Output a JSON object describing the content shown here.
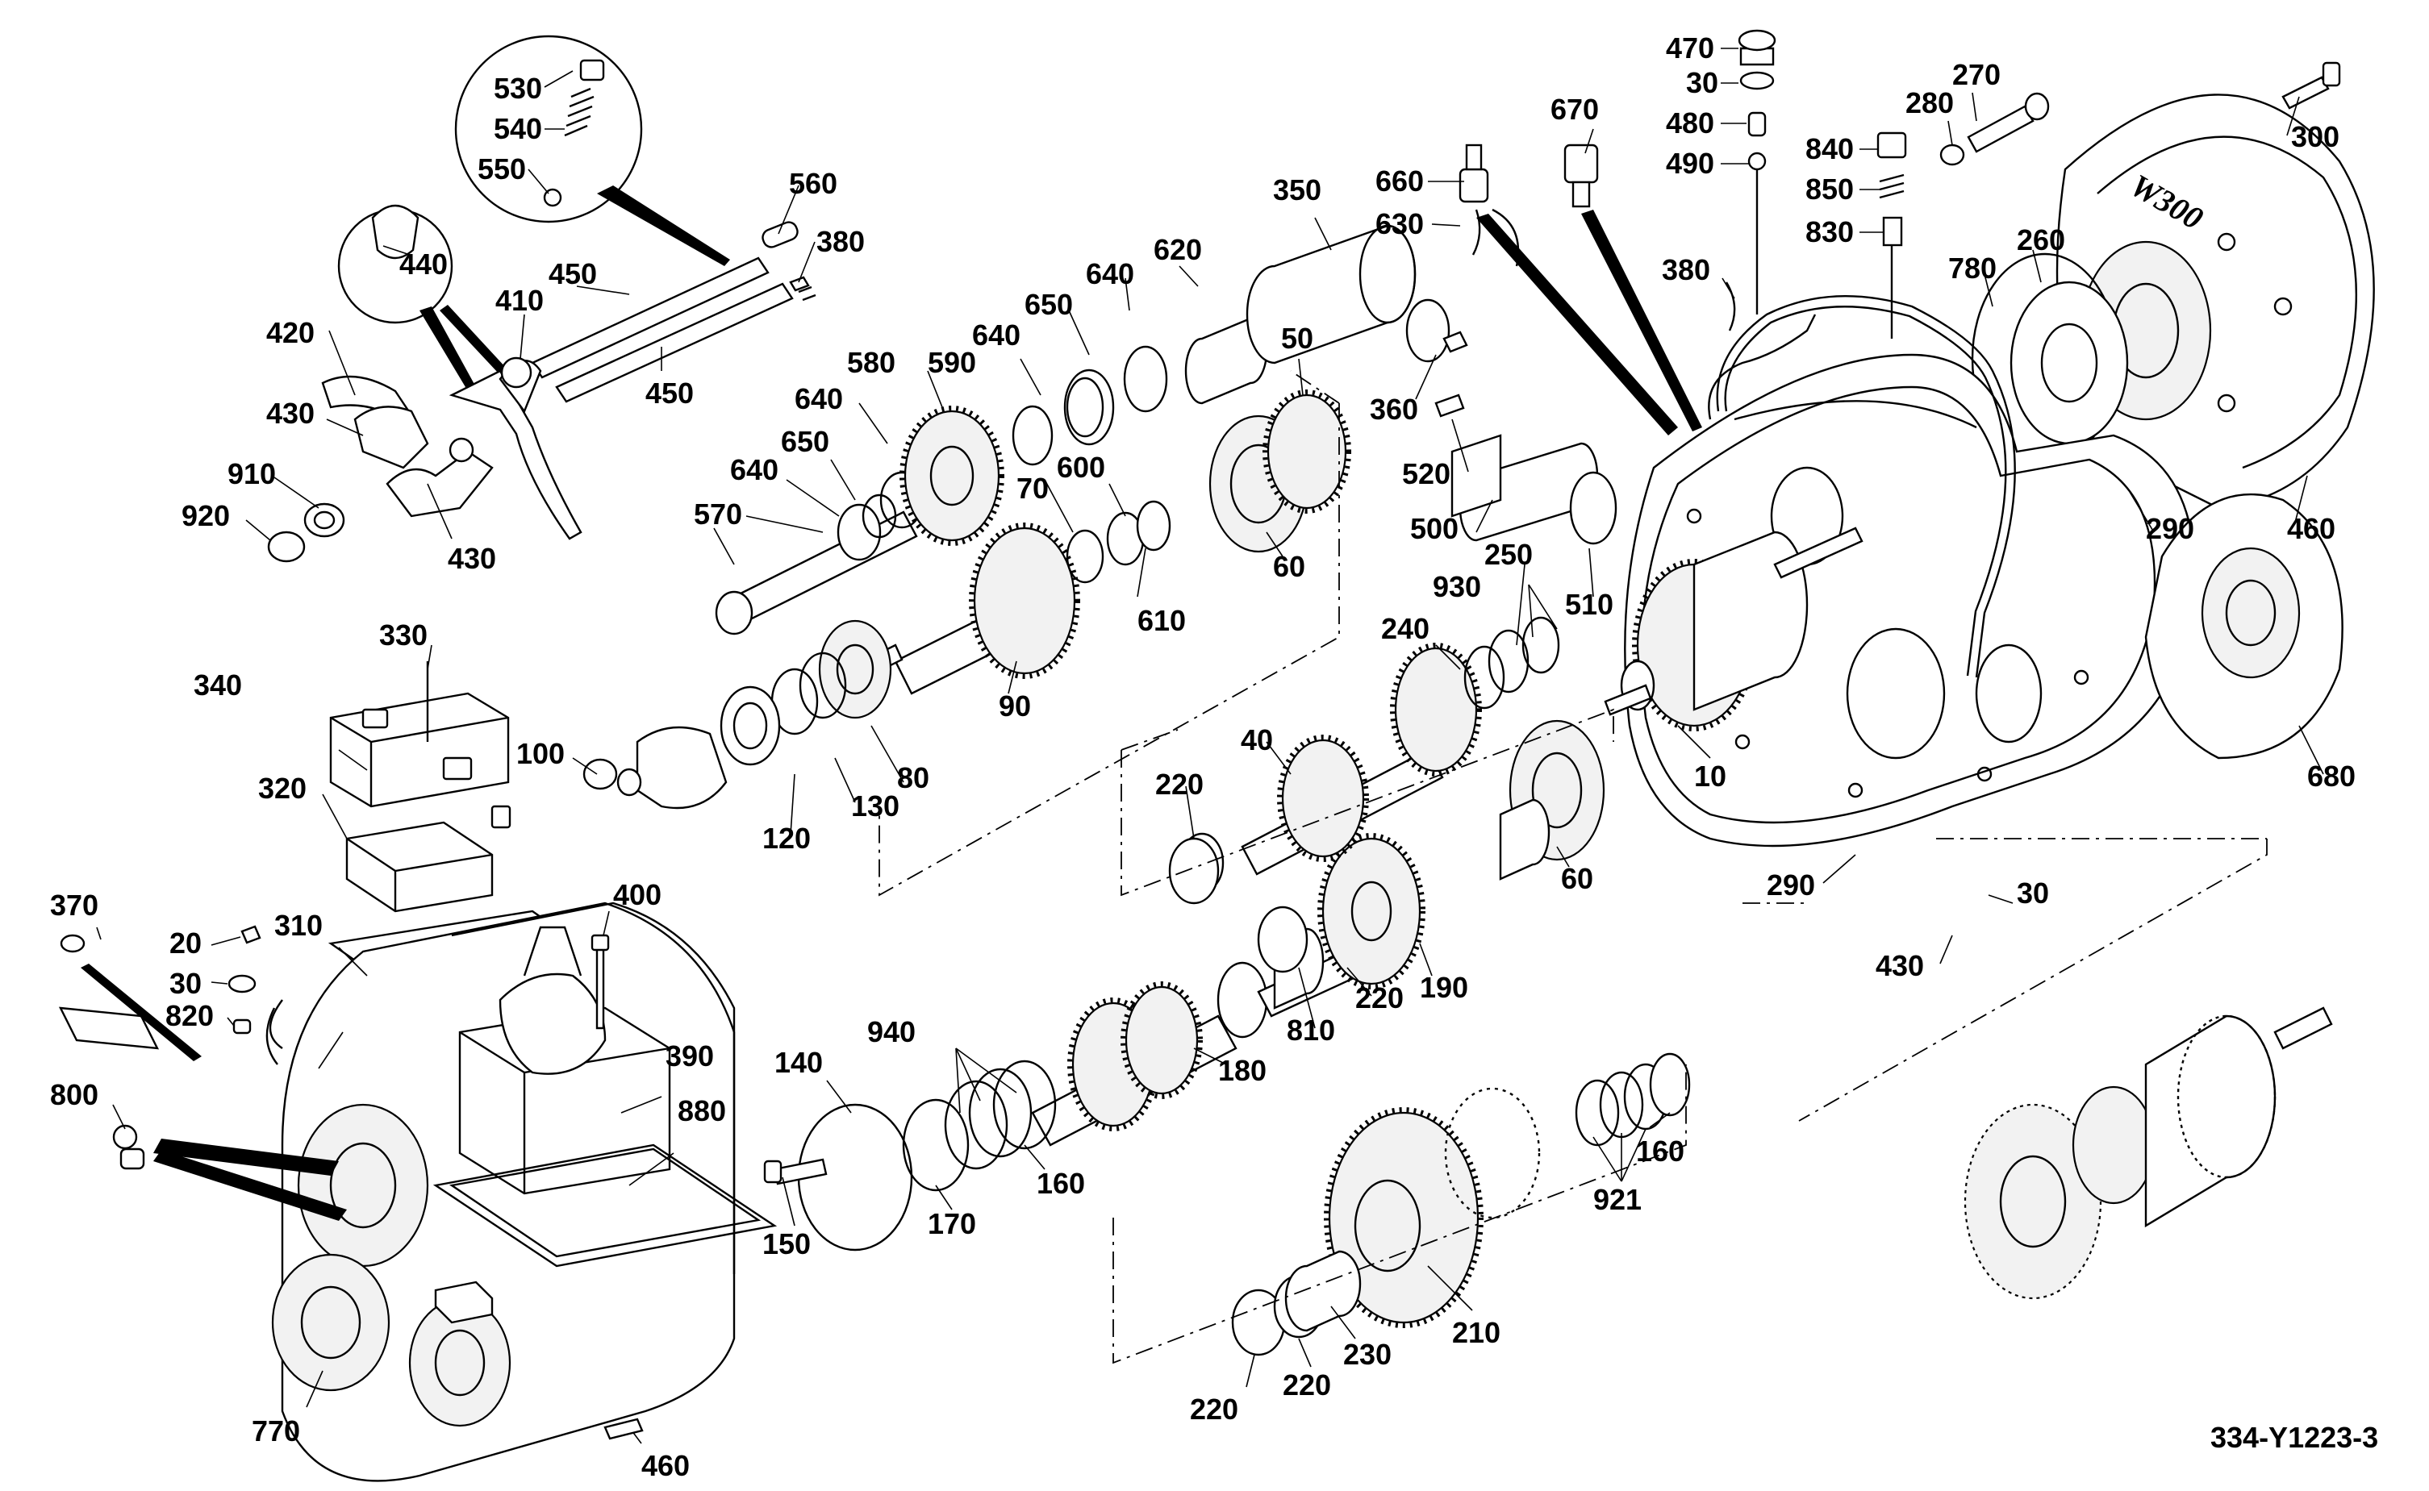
{
  "drawing_code": "334-Y1223-3",
  "nameplate": "W300",
  "parts": [
    {
      "id": "p530",
      "label": "530"
    },
    {
      "id": "p540",
      "label": "540"
    },
    {
      "id": "p550",
      "label": "550"
    },
    {
      "id": "p560",
      "label": "560"
    },
    {
      "id": "p380a",
      "label": "380"
    },
    {
      "id": "p440",
      "label": "440"
    },
    {
      "id": "p450a",
      "label": "450"
    },
    {
      "id": "p450b",
      "label": "450"
    },
    {
      "id": "p410",
      "label": "410"
    },
    {
      "id": "p420",
      "label": "420"
    },
    {
      "id": "p430a",
      "label": "430"
    },
    {
      "id": "p430b",
      "label": "430"
    },
    {
      "id": "p910",
      "label": "910"
    },
    {
      "id": "p920",
      "label": "920"
    },
    {
      "id": "p620",
      "label": "620"
    },
    {
      "id": "p640a",
      "label": "640"
    },
    {
      "id": "p650a",
      "label": "650"
    },
    {
      "id": "p640b",
      "label": "640"
    },
    {
      "id": "p590",
      "label": "590"
    },
    {
      "id": "p580",
      "label": "580"
    },
    {
      "id": "p640c",
      "label": "640"
    },
    {
      "id": "p650b",
      "label": "650"
    },
    {
      "id": "p640d",
      "label": "640"
    },
    {
      "id": "p570",
      "label": "570"
    },
    {
      "id": "p70",
      "label": "70"
    },
    {
      "id": "p600",
      "label": "600"
    },
    {
      "id": "p610",
      "label": "610"
    },
    {
      "id": "p50",
      "label": "50"
    },
    {
      "id": "p60a",
      "label": "60"
    },
    {
      "id": "p90",
      "label": "90"
    },
    {
      "id": "p350",
      "label": "350"
    },
    {
      "id": "p360",
      "label": "360"
    },
    {
      "id": "p660",
      "label": "660"
    },
    {
      "id": "p630",
      "label": "630"
    },
    {
      "id": "p670",
      "label": "670"
    },
    {
      "id": "p470",
      "label": "470"
    },
    {
      "id": "p30a",
      "label": "30"
    },
    {
      "id": "p480",
      "label": "480"
    },
    {
      "id": "p490",
      "label": "490"
    },
    {
      "id": "p270",
      "label": "270"
    },
    {
      "id": "p280",
      "label": "280"
    },
    {
      "id": "p840",
      "label": "840"
    },
    {
      "id": "p850",
      "label": "850"
    },
    {
      "id": "p830",
      "label": "830"
    },
    {
      "id": "p300",
      "label": "300"
    },
    {
      "id": "p380b",
      "label": "380"
    },
    {
      "id": "p780",
      "label": "780"
    },
    {
      "id": "p260",
      "label": "260"
    },
    {
      "id": "p290a",
      "label": "290"
    },
    {
      "id": "p460a",
      "label": "460"
    },
    {
      "id": "p680",
      "label": "680"
    },
    {
      "id": "p520",
      "label": "520"
    },
    {
      "id": "p500",
      "label": "500"
    },
    {
      "id": "p510",
      "label": "510"
    },
    {
      "id": "p250",
      "label": "250"
    },
    {
      "id": "p930",
      "label": "930"
    },
    {
      "id": "p240",
      "label": "240"
    },
    {
      "id": "p10",
      "label": "10"
    },
    {
      "id": "p290b",
      "label": "290"
    },
    {
      "id": "p30b",
      "label": "30"
    },
    {
      "id": "p430c",
      "label": "430"
    },
    {
      "id": "p330",
      "label": "330"
    },
    {
      "id": "p340",
      "label": "340"
    },
    {
      "id": "p320",
      "label": "320"
    },
    {
      "id": "p100",
      "label": "100"
    },
    {
      "id": "p120",
      "label": "120"
    },
    {
      "id": "p130",
      "label": "130"
    },
    {
      "id": "p80",
      "label": "80"
    },
    {
      "id": "p220a",
      "label": "220"
    },
    {
      "id": "p40",
      "label": "40"
    },
    {
      "id": "p60b",
      "label": "60"
    },
    {
      "id": "p190",
      "label": "190"
    },
    {
      "id": "p220b",
      "label": "220"
    },
    {
      "id": "p810",
      "label": "810"
    },
    {
      "id": "p180",
      "label": "180"
    },
    {
      "id": "p370",
      "label": "370"
    },
    {
      "id": "p310",
      "label": "310"
    },
    {
      "id": "p20",
      "label": "20"
    },
    {
      "id": "p30c",
      "label": "30"
    },
    {
      "id": "p820",
      "label": "820"
    },
    {
      "id": "p400",
      "label": "400"
    },
    {
      "id": "p800",
      "label": "800"
    },
    {
      "id": "p390",
      "label": "390"
    },
    {
      "id": "p880",
      "label": "880"
    },
    {
      "id": "p940",
      "label": "940"
    },
    {
      "id": "p140",
      "label": "140"
    },
    {
      "id": "p160a",
      "label": "160"
    },
    {
      "id": "p170",
      "label": "170"
    },
    {
      "id": "p150",
      "label": "150"
    },
    {
      "id": "p160b",
      "label": "160"
    },
    {
      "id": "p921",
      "label": "921"
    },
    {
      "id": "p210",
      "label": "210"
    },
    {
      "id": "p230",
      "label": "230"
    },
    {
      "id": "p220c",
      "label": "220"
    },
    {
      "id": "p220d",
      "label": "220"
    },
    {
      "id": "p770",
      "label": "770"
    },
    {
      "id": "p460b",
      "label": "460"
    }
  ]
}
